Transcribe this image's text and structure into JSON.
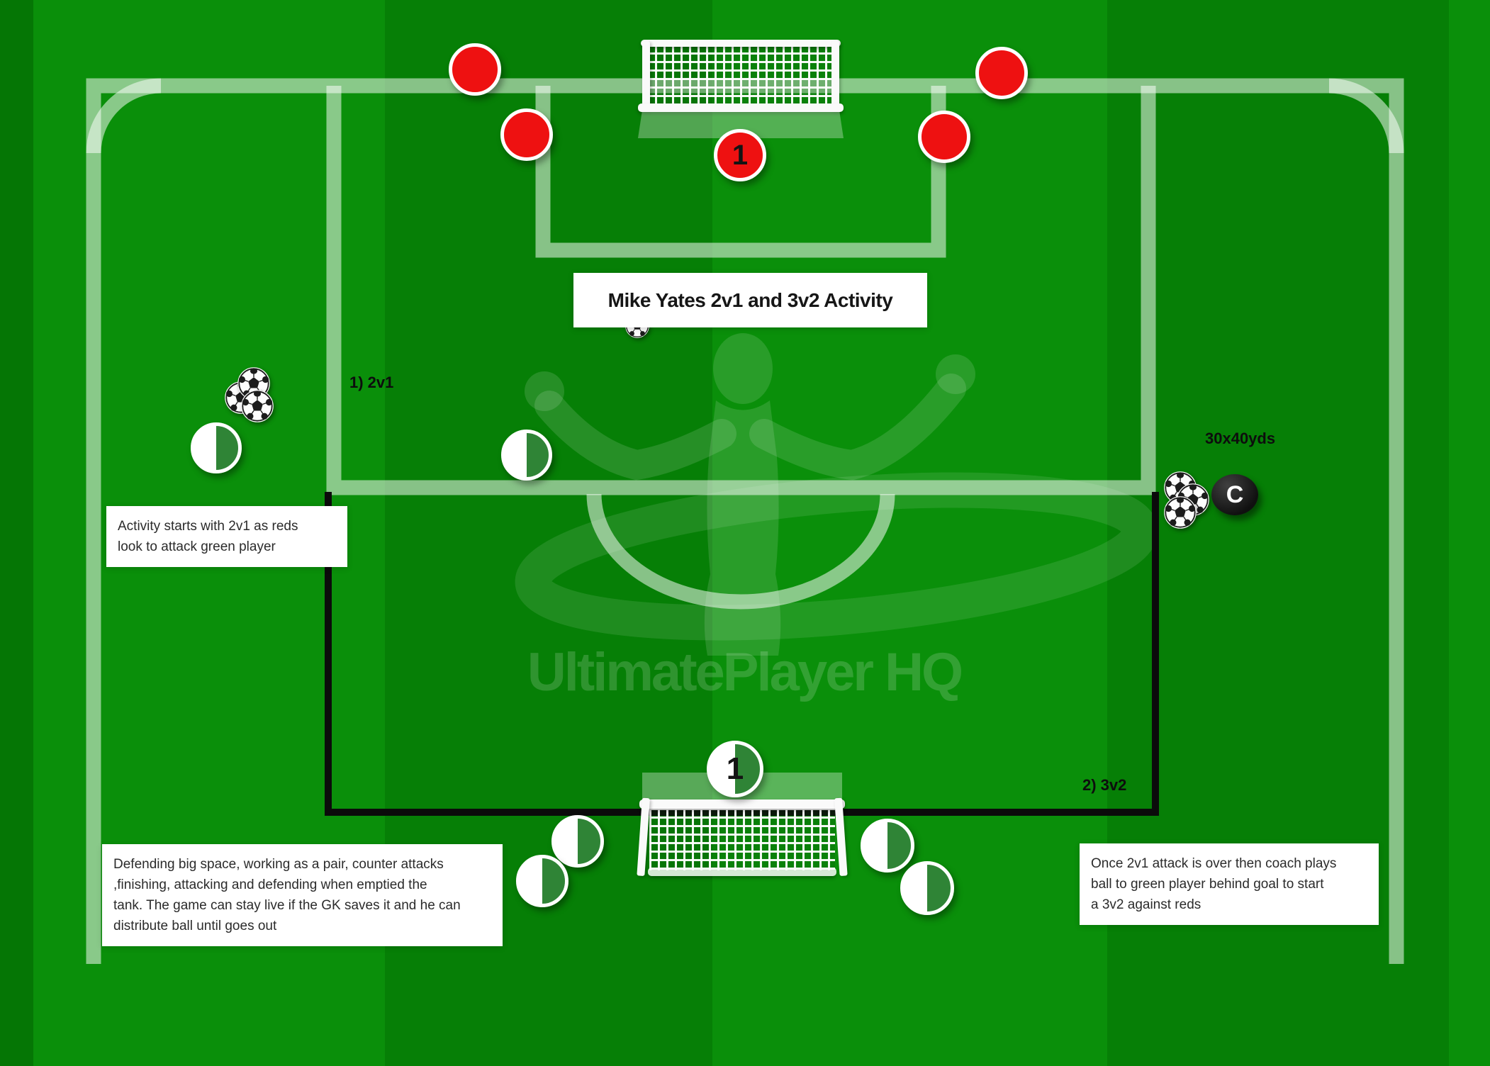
{
  "title": "Mike Yates 2v1 and 3v2 Activity",
  "watermark": "UltimatePlayer HQ",
  "labels": {
    "zone1": "1) 2v1",
    "zone2": "2) 3v2",
    "area_size": "30x40yds",
    "coach": "C",
    "red_keeper_number": "1",
    "green_keeper_number": "1"
  },
  "notes": {
    "activity_start": "Activity starts with 2v1 as reds\nlook to attack green player",
    "coaching_points": "Defending big space, working as a pair, counter attacks\n,finishing, attacking and defending when emptied the\ntank. The game can stay live if the GK saves it and he can\ndistribute ball until goes out",
    "transition": "Once 2v1 attack is over then coach plays\nball to green player behind goal to start\na 3v2 against reds"
  },
  "colors": {
    "pitch_light": "#0a8f0a",
    "pitch_dark": "#067f06",
    "pitch_line": "rgba(255,255,255,0.52)",
    "activity_outline": "#0b0b0b",
    "red_player": "#ee1111",
    "green_player": "#2f8436",
    "coach_marker": "#161616",
    "goal_frame": "#fafafa"
  }
}
